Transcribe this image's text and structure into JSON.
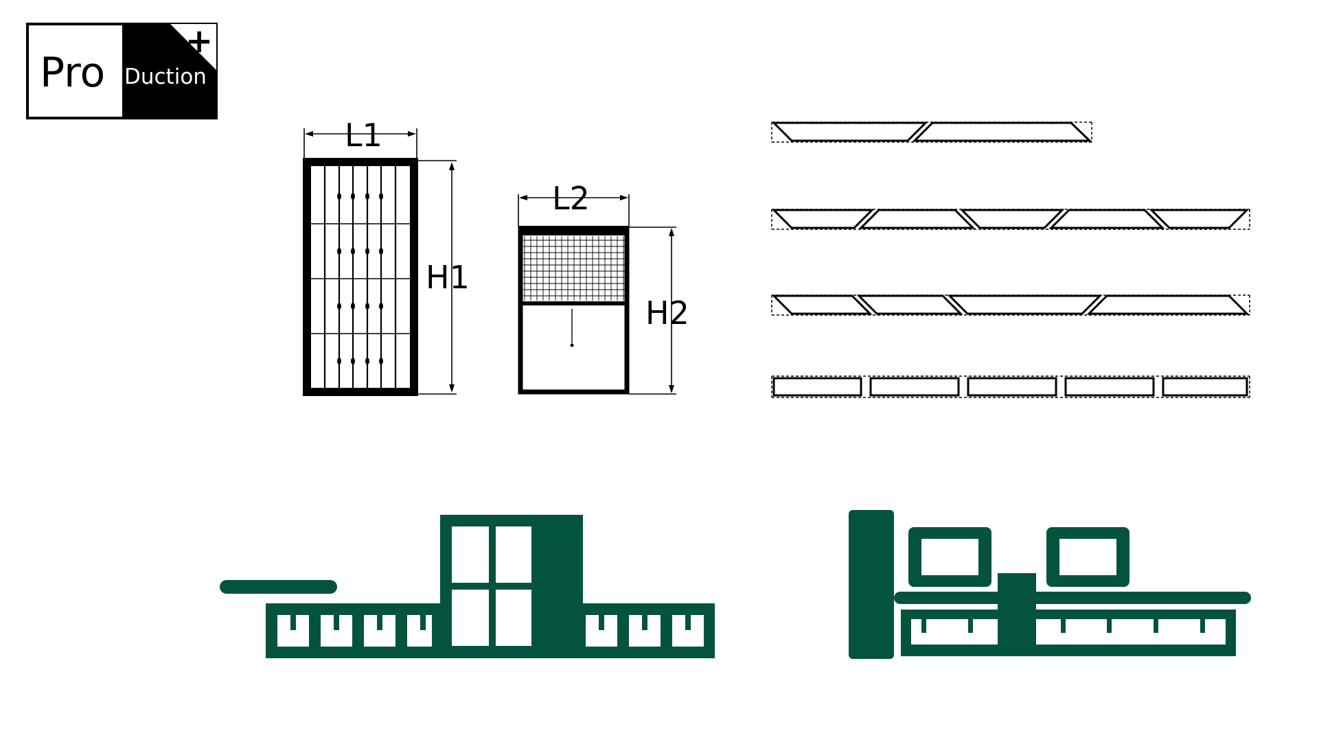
{
  "logo": {
    "left_text": "Pro",
    "right_text": "Duction",
    "plus_symbol": "+"
  },
  "labels": {
    "l1": "L1",
    "h1": "H1",
    "l2": "L2",
    "h2": "H2"
  },
  "colors": {
    "ink": "#000000",
    "machine_green": "#03533f",
    "background": "#ffffff"
  },
  "icons": {
    "machine_left": "production-line-with-cabinet-icon",
    "machine_right": "double-head-saw-line-icon"
  }
}
